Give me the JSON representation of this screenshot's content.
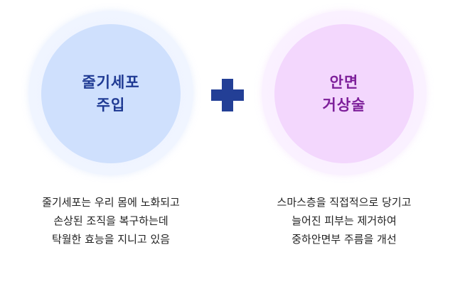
{
  "left": {
    "title_lines": [
      "줄기세포",
      "주입"
    ],
    "desc_lines": [
      "줄기세포는 우리 몸에 노화되고",
      "손상된 조직을 복구하는데",
      "탁월한 효능을 지니고 있음"
    ],
    "colors": {
      "circle": "#cfe0fd",
      "title": "#1f3a93"
    }
  },
  "plus": {
    "icon": "plus-icon",
    "color": "#233f96"
  },
  "right": {
    "title_lines": [
      "안면",
      "거상술"
    ],
    "desc_lines": [
      "스마스층을 직접적으로 당기고",
      "늘어진 피부는 제거하여",
      "중하안면부 주름을 개선"
    ],
    "colors": {
      "circle": "#f3d7fd",
      "title": "#7d1f9a"
    }
  }
}
